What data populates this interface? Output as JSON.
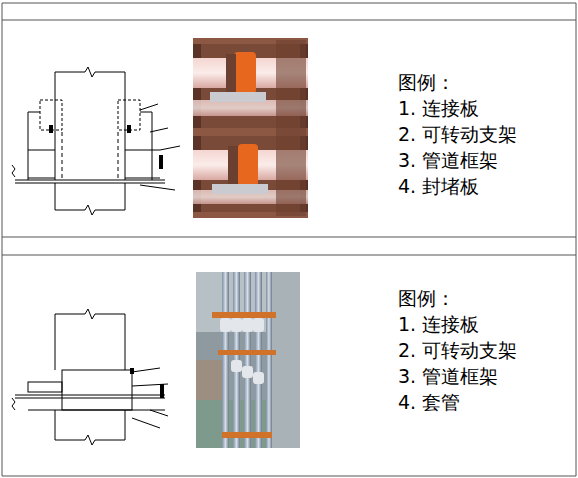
{
  "diagram": {
    "labels": [
      "图例：",
      "1. 连接板",
      "2. 可转动支架",
      "3. 管道框架",
      "4. 封堵板",
      "图例：",
      "1. 连接板",
      "2. 可转动支架",
      "3. 管道框架",
      "4. 套管"
    ]
  }
}
